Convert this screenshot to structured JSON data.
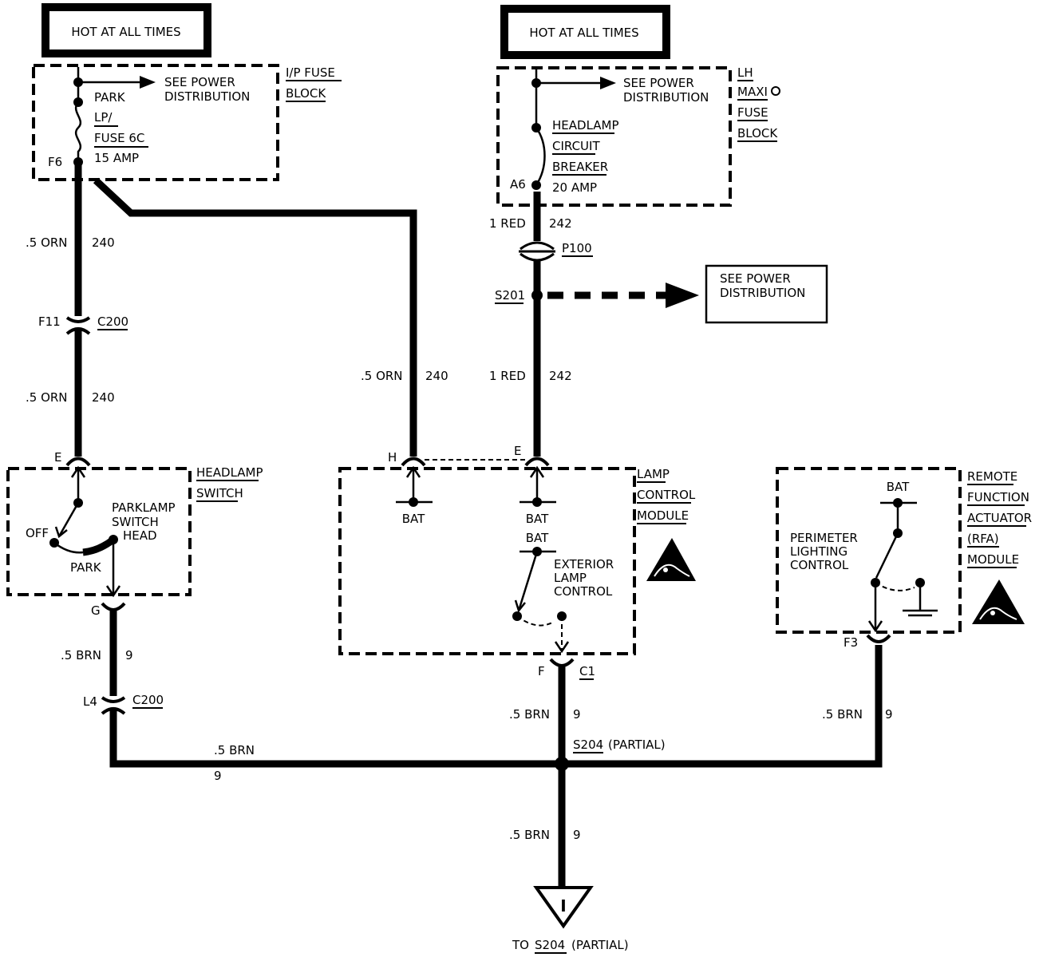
{
  "hot_boxes": {
    "left": "HOT AT ALL TIMES",
    "right": "HOT AT ALL TIMES"
  },
  "ip_fuse_block": {
    "name_line1": "I/P FUSE",
    "name_line2": "BLOCK",
    "see_power_line1": "SEE POWER",
    "see_power_line2": "DISTRIBUTION",
    "fuse_line1": "PARK",
    "fuse_line2": "LP/",
    "fuse_line3": "FUSE 6C",
    "fuse_rating": "15 AMP",
    "terminal": "F6"
  },
  "maxi_fuse_block": {
    "name_line1": "LH",
    "name_line2": "MAXI",
    "name_line3": "FUSE",
    "name_line4": "BLOCK",
    "see_power_line1": "SEE POWER",
    "see_power_line2": "DISTRIBUTION",
    "breaker_line1": "HEADLAMP",
    "breaker_line2": "CIRCUIT",
    "breaker_line3": "BREAKER",
    "breaker_rating": "20 AMP",
    "terminal": "A6"
  },
  "wires": {
    "orn_size": ".5 ORN",
    "orn_circuit": "240",
    "red_size": "1 RED",
    "red_circuit": "242",
    "brn_size": ".5 BRN",
    "brn_circuit": "9"
  },
  "connectors": {
    "p100": "P100",
    "s201": "S201",
    "c200": "C200",
    "f11": "F11",
    "l4": "L4",
    "c1": "C1",
    "f": "F",
    "f3": "F3",
    "s204": "S204",
    "s204_suffix": "(PARTIAL)"
  },
  "power_distribution_box": {
    "line1": "SEE POWER",
    "line2": "DISTRIBUTION"
  },
  "headlamp_switch": {
    "name_line1": "HEADLAMP",
    "name_line2": "SWITCH",
    "terminal_in": "E",
    "terminal_out": "G",
    "switch_line1": "PARKLAMP",
    "switch_line2": "SWITCH",
    "pos_off": "OFF",
    "pos_park": "PARK",
    "pos_head": "HEAD"
  },
  "lamp_control_module": {
    "name_line1": "LAMP",
    "name_line2": "CONTROL",
    "name_line3": "MODULE",
    "terminal_h": "H",
    "terminal_e": "E",
    "bat": "BAT",
    "control_line1": "EXTERIOR",
    "control_line2": "LAMP",
    "control_line3": "CONTROL"
  },
  "rfa_module": {
    "name_line1": "REMOTE",
    "name_line2": "FUNCTION",
    "name_line3": "ACTUATOR",
    "name_line4": "(RFA)",
    "name_line5": "MODULE",
    "bat": "BAT",
    "control_line1": "PERIMETER",
    "control_line2": "LIGHTING",
    "control_line3": "CONTROL"
  },
  "ground_ref": {
    "symbol_label": "I",
    "to_prefix": "TO",
    "to_connector": "S204",
    "to_suffix": "(PARTIAL)"
  }
}
